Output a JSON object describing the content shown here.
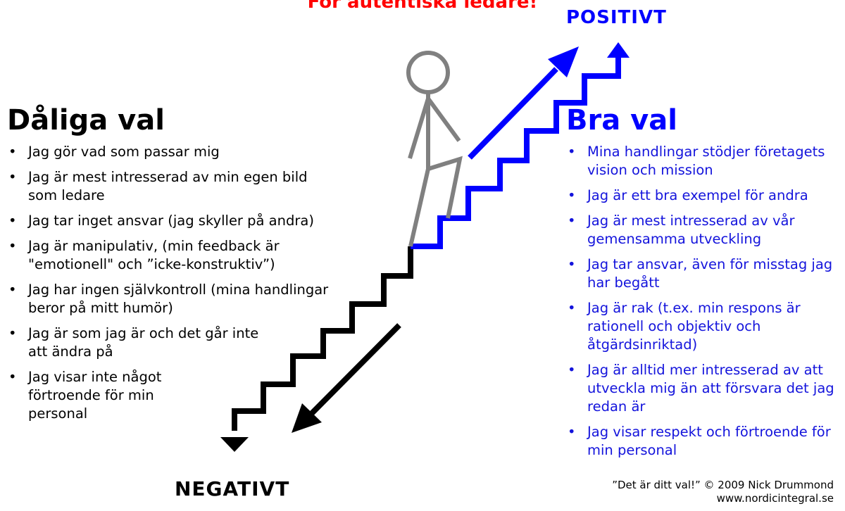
{
  "title": "För autentiska ledare!",
  "labels": {
    "positive": "POSITIVT",
    "negative": "NEGATIVT"
  },
  "bad_choices": {
    "heading": "Dåliga val",
    "items": [
      "Jag gör vad som passar mig",
      "Jag är mest intresserad av min egen bild som ledare",
      "Jag tar inget ansvar (jag skyller på andra)",
      "Jag är manipulativ, (min feedback är \"emotionell\" och ”icke-konstruktiv”)",
      "Jag har ingen självkontroll (mina handlingar beror på mitt humör)",
      "Jag är som jag är och det går inte att ändra på",
      "Jag visar inte något förtroende för min personal"
    ]
  },
  "good_choices": {
    "heading": "Bra val",
    "items": [
      "Mina handlingar stödjer företagets vision och mission",
      "Jag är ett bra exempel för andra",
      "Jag är mest intresserad av vår gemensamma utveckling",
      "Jag tar ansvar, även för misstag jag har begått",
      "Jag är rak (t.ex. min respons är rationell och objektiv och åtgärdsinriktad)",
      "Jag är alltid mer intresserad av att utveckla mig än att försvara det jag redan är",
      "Jag visar respekt och förtroende för min personal"
    ]
  },
  "footer": {
    "credit": "”Det är ditt val!” © 2009 Nick Drummond",
    "url": "www.nordicintegral.se"
  },
  "colors": {
    "title": "#ff0000",
    "positive": "#0000ff",
    "good_text": "#1414dc",
    "negative": "#000000",
    "figure": "#808080"
  }
}
